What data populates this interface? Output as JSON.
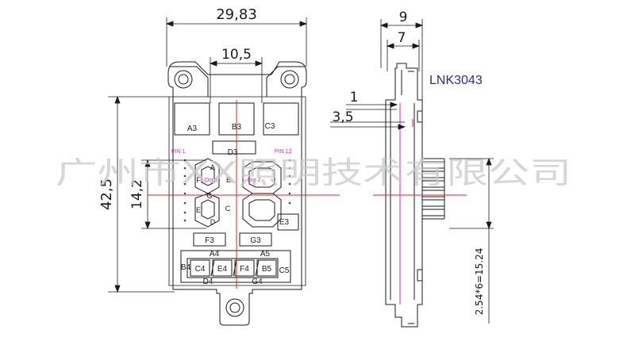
{
  "title_label": "LNK3043",
  "colors": {
    "outline": "#1a1a1a",
    "centerline_red": "#e8202a",
    "pin_magenta": "#e020d0",
    "title_blue": "#2a2a9a",
    "watermark": "#c8c8c8"
  },
  "watermark": "广州市XX照明技术有限公司",
  "dimensions": {
    "overall_width": "29,83",
    "inner_width": "10,5",
    "overall_height": "42,5",
    "digit_height": "14,2",
    "side_depth_total": "9",
    "side_depth_body": "7",
    "lead_thickness": "1",
    "lead_offset": "3,5",
    "pin_pitch": "2.54*6=15.24"
  },
  "segments": {
    "top_row": [
      "A3",
      "B3",
      "C3"
    ],
    "d3": "D3",
    "pin_left": "PIN 1",
    "pin_right": "PIN 12",
    "dig1": "Dig.1",
    "dig2": "Dig.2",
    "left_digit": {
      "a": "A",
      "b": "B",
      "c": "C",
      "d": "D",
      "e": "E",
      "f": "F",
      "g": "G"
    },
    "e3": "E3",
    "f3": "F3",
    "g3": "G3",
    "a4": "A4",
    "a5": "A5",
    "b4": "B4",
    "c5": "C5",
    "bottom_row": [
      "C4",
      "E4",
      "F4",
      "B5"
    ],
    "d4": "D4",
    "g4": "G4"
  }
}
